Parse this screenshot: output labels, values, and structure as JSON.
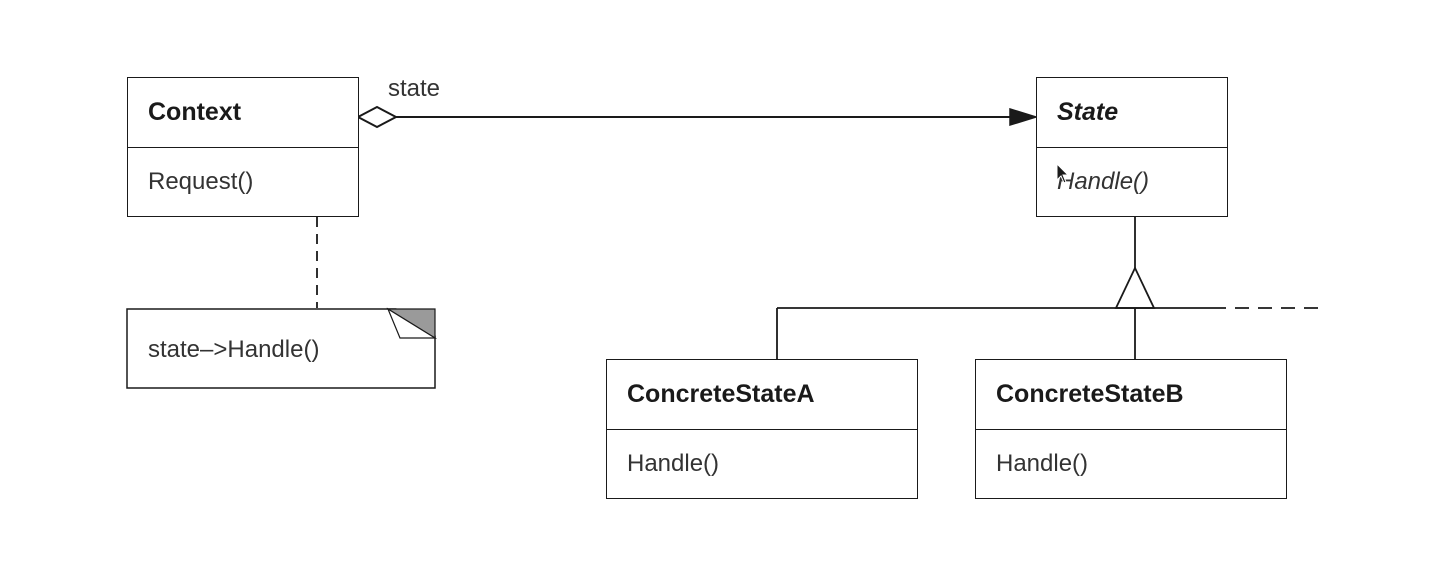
{
  "classes": {
    "context": {
      "name": "Context",
      "operation": "Request()"
    },
    "state": {
      "name": "State",
      "operation": "Handle()"
    },
    "concrete_a": {
      "name": "ConcreteStateA",
      "operation": "Handle()"
    },
    "concrete_b": {
      "name": "ConcreteStateB",
      "operation": "Handle()"
    }
  },
  "association": {
    "role": "state"
  },
  "note": {
    "text": "state–>Handle()"
  },
  "colors": {
    "line": "#1a1a1a",
    "text": "#333333",
    "note_fold": "#9a9a9a",
    "background": "#ffffff"
  }
}
